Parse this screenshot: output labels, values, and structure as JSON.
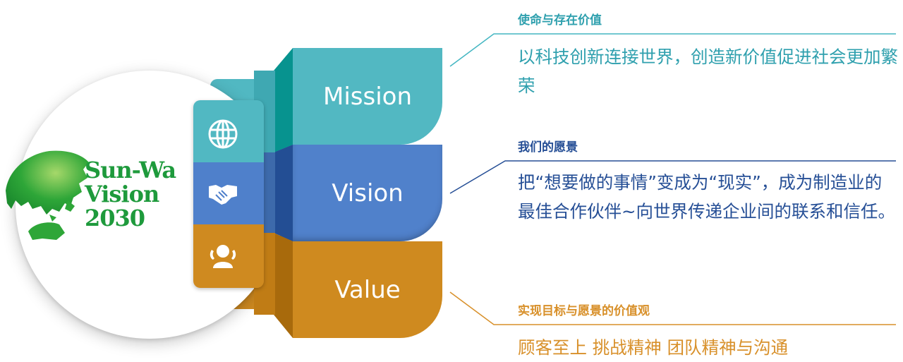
{
  "logo": {
    "line1": "Sun-Wa",
    "line2": "Vision",
    "line3": "2030"
  },
  "blocks": [
    {
      "label": "Mission",
      "icon": "globe-icon",
      "color": "#52b8c2"
    },
    {
      "label": "Vision",
      "icon": "handshake-icon",
      "color": "#5081cb"
    },
    {
      "label": "Value",
      "icon": "people-icon",
      "color": "#cf8a1f"
    }
  ],
  "sections": {
    "mission": {
      "title": "使命与存在价值",
      "body": "以科技创新连接世界，创造新价值促进社会更加繁荣",
      "color": "#2fa0ae"
    },
    "vision": {
      "title": "我们的愿景",
      "body": "把“想要做的事情”变成为“现实”，成为制造业的最佳合作伙伴~向世界传递企业间的联系和信任。",
      "color": "#264f96"
    },
    "value": {
      "title": "实现目标与愿景的价值观",
      "body": "顾客至上 挑战精神 团队精神与沟通",
      "color": "#d8902a"
    }
  }
}
